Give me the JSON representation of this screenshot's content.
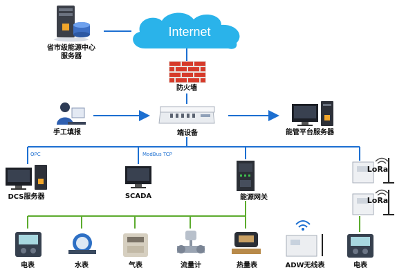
{
  "labels": {
    "province_center_line1": "省市级能源中心",
    "province_center_line2": "服务器",
    "internet": "Internet",
    "firewall": "防火墙",
    "manual_entry": "手工填报",
    "edge_device": "端设备",
    "energy_platform_server": "能管平台服务器",
    "dcs_server": "DCS服务器",
    "scada": "SCADA",
    "energy_gateway": "能源网关",
    "lora_1": "LoRa",
    "lora_2": "LoRa",
    "electric_meter": "电表",
    "water_meter": "水表",
    "gas_meter": "气表",
    "flow_meter": "流量计",
    "heat_meter": "热量表",
    "adw_wireless_meter": "ADW无线表",
    "electric_meter_right": "电表"
  },
  "bus_protocols": {
    "opc": "OPC",
    "modbus_tcp": "ModBus TCP"
  },
  "colors": {
    "blue_line": "#1c6fd1",
    "green_line": "#5cab2e",
    "internet_cloud": "#2ab3ea",
    "firewall": "#d63a2a"
  },
  "icons": {
    "server": "server-tower-icon",
    "cloud": "cloud-icon",
    "firewall": "brick-wall-icon",
    "person": "person-at-computer-icon",
    "edge_device": "rack-device-icon",
    "desktop": "desktop-computer-icon",
    "gateway": "gateway-icon",
    "lora": "lora-antenna-icon",
    "meters": [
      "power-meter-icon",
      "water-meter-icon",
      "gas-meter-icon",
      "flow-meter-icon",
      "heat-meter-icon",
      "wireless-meter-icon",
      "power-meter-icon"
    ]
  }
}
